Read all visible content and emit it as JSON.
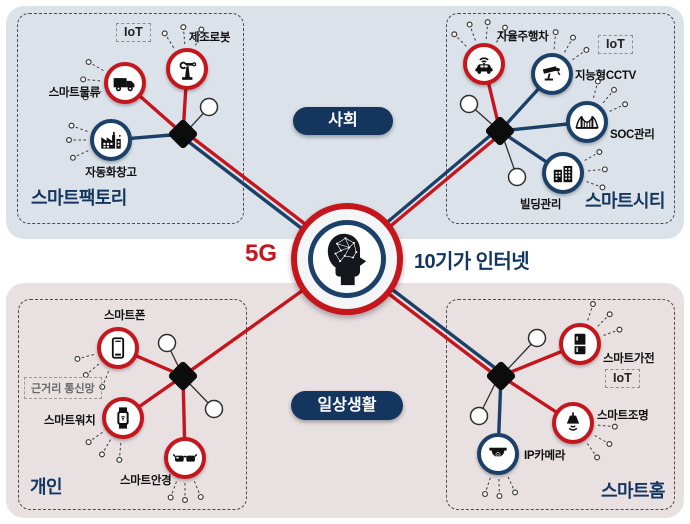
{
  "colors": {
    "red": "#c4161c",
    "navy": "#1b4168",
    "title_navy": "#14365e",
    "panel_top_bg": "#dce2ea",
    "panel_bottom_bg": "#e9e0e2",
    "pill_bg": "#14365e"
  },
  "center": {
    "left_label": "5G",
    "right_label": "10기가 인터넷",
    "icon": "ai-head-icon"
  },
  "bands": {
    "top": "사회",
    "bottom": "일상생활"
  },
  "quadrants": {
    "smart_factory": {
      "title": "스마트팩토리",
      "iot": "IoT",
      "nodes": [
        {
          "label": "스마트물류",
          "icon": "truck-icon",
          "ring": "red"
        },
        {
          "label": "제조로봇",
          "icon": "robot-arm-icon",
          "ring": "red"
        },
        {
          "label": "자동화창고",
          "icon": "factory-icon",
          "ring": "blue"
        }
      ]
    },
    "smart_city": {
      "title": "스마트시티",
      "iot": "IoT",
      "nodes": [
        {
          "label": "자율주행차",
          "icon": "autonomous-car-icon",
          "ring": "red"
        },
        {
          "label": "지능형CCTV",
          "icon": "cctv-icon",
          "ring": "blue"
        },
        {
          "label": "SOC관리",
          "icon": "bridge-icon",
          "ring": "blue"
        },
        {
          "label": "빌딩관리",
          "icon": "buildings-icon",
          "ring": "blue"
        }
      ]
    },
    "personal": {
      "title": "개인",
      "network_label": "근거리 통신망",
      "nodes": [
        {
          "label": "스마트폰",
          "icon": "smartphone-icon",
          "ring": "red"
        },
        {
          "label": "스마트워치",
          "icon": "smartwatch-icon",
          "ring": "red"
        },
        {
          "label": "스마트안경",
          "icon": "smart-glasses-icon",
          "ring": "red"
        }
      ]
    },
    "smart_home": {
      "title": "스마트홈",
      "iot": "IoT",
      "nodes": [
        {
          "label": "스마트가전",
          "icon": "refrigerator-icon",
          "ring": "red"
        },
        {
          "label": "스마트조명",
          "icon": "lamp-icon",
          "ring": "red"
        },
        {
          "label": "IP카메라",
          "icon": "dome-camera-icon",
          "ring": "blue"
        }
      ]
    }
  }
}
